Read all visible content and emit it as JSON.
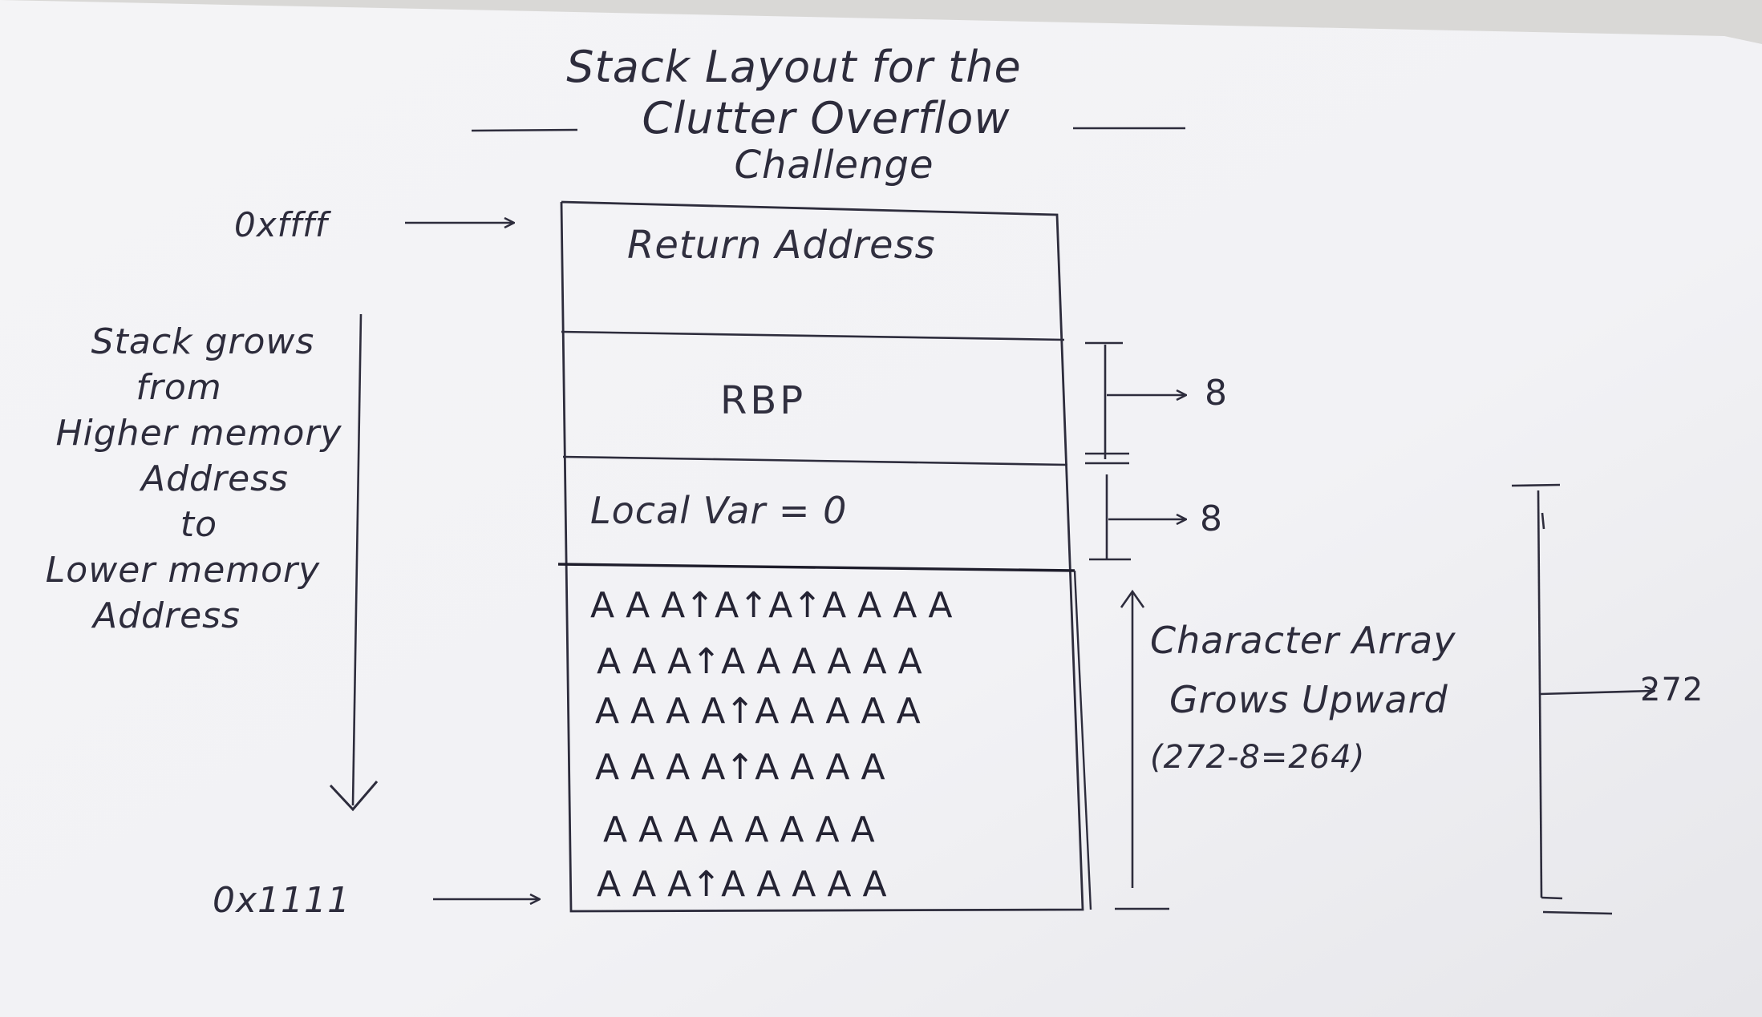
{
  "title": {
    "line1": "Stack Layout for the",
    "line2": "Clutter Overflow",
    "line3": "Challenge"
  },
  "addresses": {
    "top": "0xffff",
    "bottom": "0x1111"
  },
  "stack_note": [
    "Stack grows",
    "from",
    "Higher memory",
    "Address",
    "to",
    "Lower memory",
    "Address"
  ],
  "blocks": {
    "return_address": "Return Address",
    "rbp": "RBP",
    "local_var": "Local Var = 0"
  },
  "buffer_rows": [
    "A A A↑A↑A↑A A A A",
    "A A A↑A  A A A A A",
    "A  A  A  A↑A A A A A",
    "A  A  A  A↑A  A A  A",
    "A  A  A  A A A A A",
    "A  A  A↑A  A A A A"
  ],
  "dimensions": {
    "rbp_size": "8",
    "local_var_size": "8",
    "total": "272"
  },
  "array_note": [
    "Character Array",
    "Grows Upward",
    "(272-8=264)"
  ],
  "colors": {
    "ink": "#2d2c3c",
    "paper": "#f5f5f7"
  }
}
